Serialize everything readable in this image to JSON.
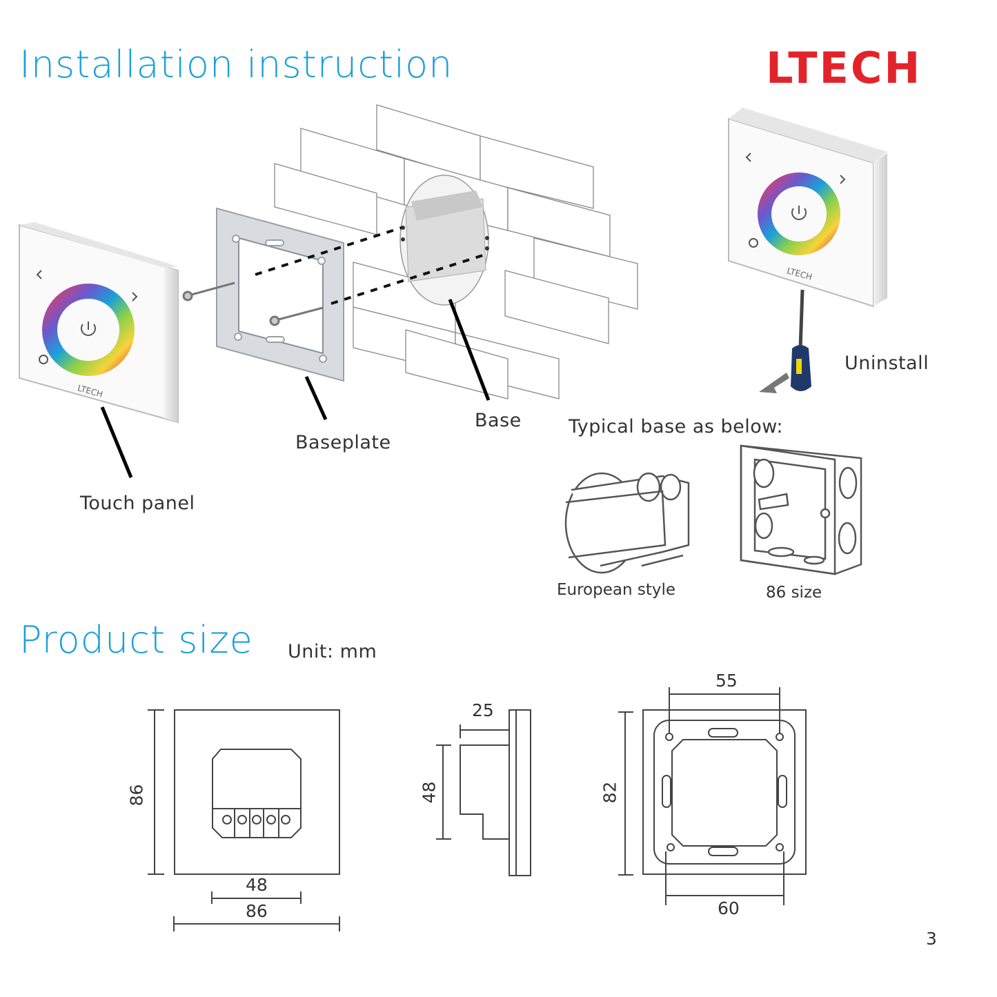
{
  "header": {
    "title": "Installation instruction",
    "brand": "LTECH"
  },
  "install": {
    "touch_panel_label": "Touch panel",
    "baseplate_label": "Baseplate",
    "base_label": "Base",
    "uninstall_label": "Uninstall",
    "typical_base_label": "Typical base as below:",
    "european_label": "European style",
    "size86_label": "86 size",
    "panel_brand": "LTECH"
  },
  "product_size": {
    "title": "Product size",
    "unit": "Unit: mm",
    "front": {
      "height": "86",
      "inner_width": "48",
      "width": "86"
    },
    "side": {
      "depth": "25",
      "height": "48"
    },
    "back": {
      "top_width": "55",
      "height": "82",
      "bottom_width": "60"
    }
  },
  "page_number": "3",
  "colors": {
    "title": "#1aa0d9",
    "brand": "#e3232b",
    "line": "#333333"
  },
  "icons": [
    "power-icon",
    "brightness-left-icon",
    "brightness-right-icon",
    "mode-icon",
    "save-star-icon",
    "screwdriver-icon"
  ]
}
